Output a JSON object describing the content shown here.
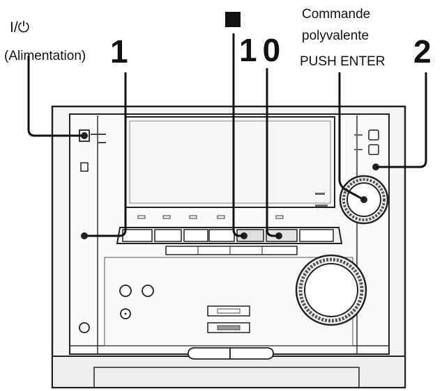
{
  "callouts": {
    "power": {
      "symbol": "I/⏻",
      "caption": "(Alimentation)",
      "number": "1"
    },
    "stop": {
      "number": "10"
    },
    "multi": {
      "line1": "Commande",
      "line2": "polyvalente",
      "line3": "PUSH ENTER",
      "number": "2"
    }
  },
  "icons": {
    "power": "power-standby-icon",
    "stop": "stop-square-icon"
  },
  "colors": {
    "ink": "#111111",
    "panel": "#f2f2f2",
    "line": "#222222"
  }
}
